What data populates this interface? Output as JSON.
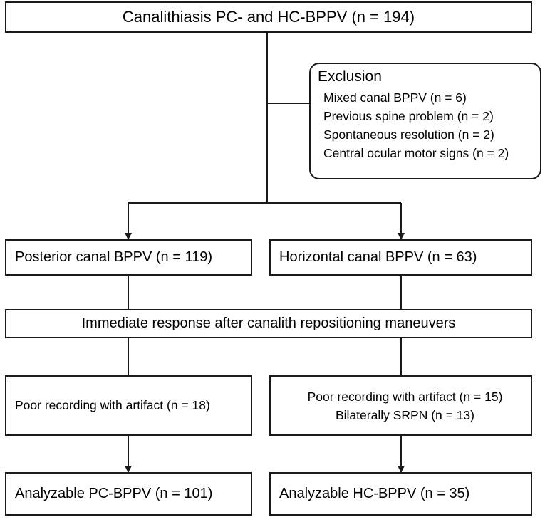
{
  "diagram": {
    "top": "Canalithiasis PC- and HC-BPPV (n = 194)",
    "exclusion": {
      "title": "Exclusion",
      "items": [
        "Mixed canal BPPV (n = 6)",
        "Previous spine problem (n = 2)",
        "Spontaneous resolution (n = 2)",
        "Central ocular motor signs (n = 2)"
      ]
    },
    "posterior": "Posterior canal BPPV (n = 119)",
    "horizontal": "Horizontal canal BPPV (n = 63)",
    "response": "Immediate response after canalith repositioning maneuvers",
    "pc_excluded": [
      "Poor recording with artifact (n = 18)"
    ],
    "hc_excluded": [
      "Poor recording with artifact (n = 15)",
      "Bilaterally SRPN (n = 13)"
    ],
    "pc_final": "Analyzable PC-BPPV (n = 101)",
    "hc_final": "Analyzable HC-BPPV (n = 35)"
  }
}
